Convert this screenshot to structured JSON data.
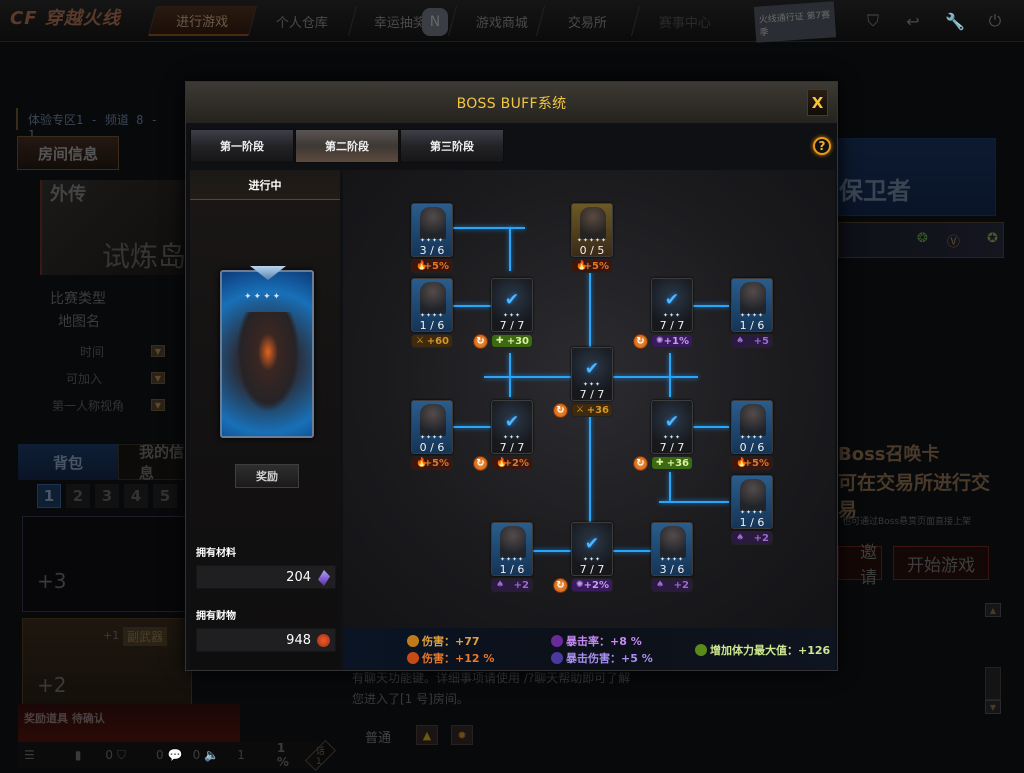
{
  "topnav": {
    "logo": "CF 穿越火线",
    "tabs": [
      "进行游戏",
      "个人仓库",
      "幸运抽奖",
      "游戏商城",
      "交易所",
      "赛事中心"
    ],
    "active_tab": "进行游戏",
    "ad_text": "火线通行证 第7赛季",
    "icons": [
      "shield-icon",
      "return-icon",
      "wrench-icon",
      "power-icon"
    ]
  },
  "background": {
    "channel": "体验专区1 - 频道 8 - 1.",
    "room_info_button": "房间信息",
    "map_tag": "外传",
    "map_name": "试炼岛",
    "match_type_label": "比赛类型",
    "map_name_label": "地图名",
    "options": [
      "时间",
      "可加入",
      "第一人称视角"
    ],
    "bag_tabs": [
      "背包",
      "我的信息"
    ],
    "bag_pages": [
      "1",
      "2",
      "3",
      "4",
      "5"
    ],
    "weapon1_ammo": "+3",
    "weapon2_ammo": "+2",
    "weapon2_ammo_small": "+1",
    "weapon2_tag": "副武器",
    "reward_pending": "奖励道具 待确认",
    "status_bar": {
      "v1": "0",
      "v2": "0",
      "v3": "1",
      "percent": "1 %",
      "badge": "话1"
    },
    "banner_text": "保卫者",
    "promo_line1": "Boss召唤卡",
    "promo_line2": "可在交易所进行交易",
    "promo_note": "也可通过Boss悬赏页面直接上架",
    "invite_button": "邀请",
    "start_button": "开始游戏",
    "chat_lines": [
      "有聊天功能键。详细事项请使用 /?聊天帮助即可了解",
      "您进入了[1 号]房间。"
    ],
    "chat_mode": "普通"
  },
  "modal": {
    "title": "BOSS BUFF系统",
    "close_label": "X",
    "help_label": "?",
    "phase_tabs": [
      "第一阶段",
      "第二阶段",
      "第三阶段"
    ],
    "active_phase": "第二阶段",
    "status": "进行中",
    "boss_stars": "✦✦✦✦",
    "reward_button": "奖励",
    "materials_label": "拥有材料",
    "materials_value": "204",
    "treasure_label": "拥有财物",
    "treasure_value": "948",
    "nodes": [
      {
        "id": "n1",
        "count": "3 / 6",
        "bonus": "+5%",
        "type": "fire",
        "done": false,
        "stars": "✦✦✦✦"
      },
      {
        "id": "n2",
        "count": "0 / 5",
        "bonus": "+5%",
        "type": "fire",
        "done": false,
        "stars": "✦✦✦✦✦",
        "gold": true
      },
      {
        "id": "n3",
        "count": "1 / 6",
        "bonus": "+60",
        "type": "sword",
        "done": false,
        "stars": "✦✦✦✦"
      },
      {
        "id": "n4",
        "count": "7 / 7",
        "bonus": "+30",
        "type": "green",
        "done": true,
        "stars": "✦✦✦"
      },
      {
        "id": "n5",
        "count": "7 / 7",
        "bonus": "+1%",
        "type": "purple",
        "done": true,
        "stars": "✦✦✦"
      },
      {
        "id": "n6",
        "count": "1 / 6",
        "bonus": "+5",
        "type": "violet",
        "done": false,
        "stars": "✦✦✦✦"
      },
      {
        "id": "n7",
        "count": "7 / 7",
        "bonus": "+36",
        "type": "sword",
        "done": true,
        "stars": "✦✦✦"
      },
      {
        "id": "n8",
        "count": "0 / 6",
        "bonus": "+5%",
        "type": "fire",
        "done": false,
        "stars": "✦✦✦✦"
      },
      {
        "id": "n9",
        "count": "7 / 7",
        "bonus": "+2%",
        "type": "fire",
        "done": true,
        "stars": "✦✦✦"
      },
      {
        "id": "n10",
        "count": "7 / 7",
        "bonus": "+36",
        "type": "green",
        "done": true,
        "stars": "✦✦✦"
      },
      {
        "id": "n11",
        "count": "0 / 6",
        "bonus": "+5%",
        "type": "fire",
        "done": false,
        "stars": "✦✦✦✦"
      },
      {
        "id": "n12",
        "count": "1 / 6",
        "bonus": "+2",
        "type": "violet",
        "done": false,
        "stars": "✦✦✦✦"
      },
      {
        "id": "n13",
        "count": "1 / 6",
        "bonus": "+2",
        "type": "violet",
        "done": false,
        "stars": "✦✦✦✦"
      },
      {
        "id": "n14",
        "count": "7 / 7",
        "bonus": "+2%",
        "type": "purple",
        "done": true,
        "stars": "✦✦✦"
      },
      {
        "id": "n15",
        "count": "3 / 6",
        "bonus": "+2",
        "type": "violet",
        "done": false,
        "stars": "✦✦✦✦"
      }
    ],
    "summary": {
      "damage_flat": "伤害：+77",
      "damage_pct": "伤害：+12 %",
      "crit_rate": "暴击率：+8 %",
      "crit_damage": "暴击伤害：+5 %",
      "max_stamina": "增加体力最大值：+126"
    },
    "colors": {
      "title": "#f3c642",
      "line": "#2aa6f6",
      "refresh": "#e8741e"
    }
  }
}
